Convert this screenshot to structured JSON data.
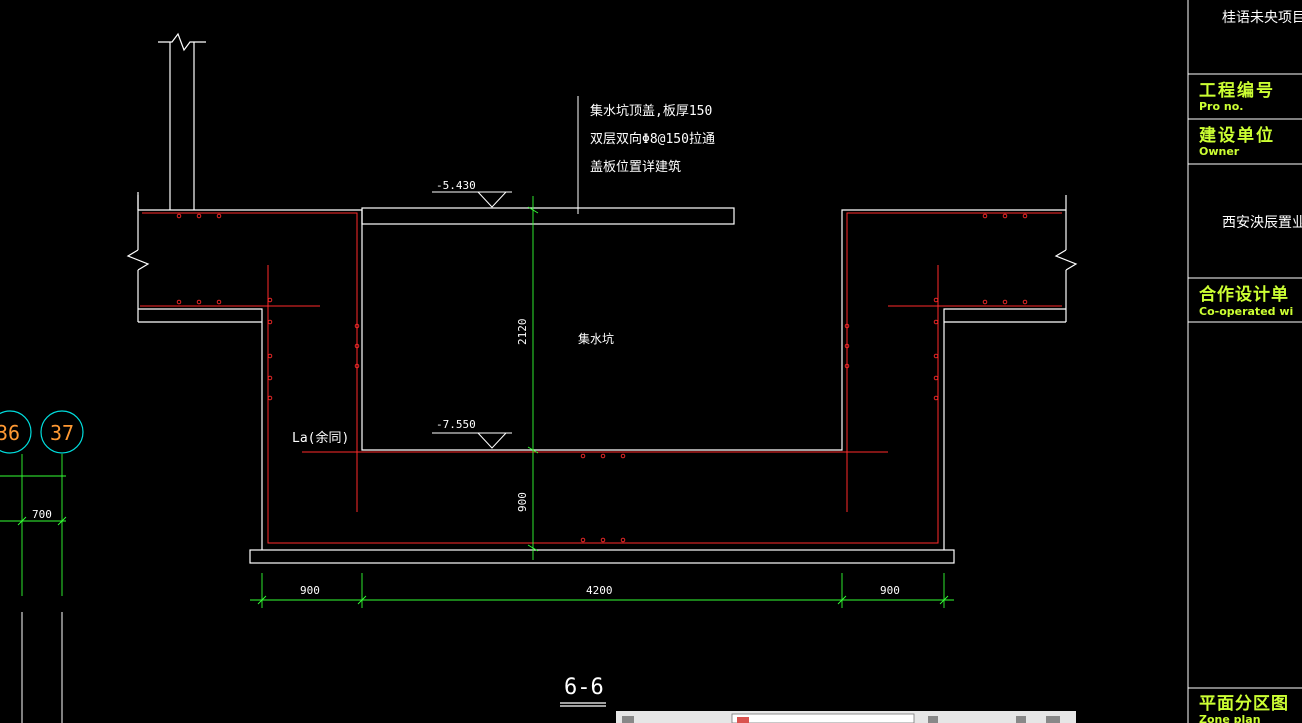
{
  "drawing": {
    "annotation_line1": "集水坑顶盖,板厚150",
    "annotation_line2": "双层双向Φ8@150拉通",
    "annotation_line3": "盖板位置详建筑",
    "elev_top": "-5.430",
    "elev_bottom": "-7.550",
    "pit_label": "集水坑",
    "dim_depth": "2120",
    "dim_slab": "900",
    "la_label": "La(余同)",
    "dim_left": "900",
    "dim_center": "4200",
    "dim_right": "900",
    "section_title": "6-6",
    "axis_36": "36",
    "axis_37": "37",
    "axis_dim": "700"
  },
  "title_block": {
    "project_name": "桂语未央项目",
    "pro_no_cn": "工程编号",
    "pro_no_en": "Pro no.",
    "owner_cn": "建设单位",
    "owner_en": "Owner",
    "owner_name": "西安泱辰置业",
    "coop_cn": "合作设计单",
    "coop_en": "Co-operated wi",
    "zone_cn": "平面分区图",
    "zone_en": "Zone plan"
  },
  "colors": {
    "concrete": "#ffffff",
    "rebar": "#ff2a2a",
    "dimension": "#33ff33",
    "axis": "#00dddd",
    "text": "#ffffff",
    "title_block_text": "#ccff33",
    "axis_bubble_text": "#ff9933"
  }
}
